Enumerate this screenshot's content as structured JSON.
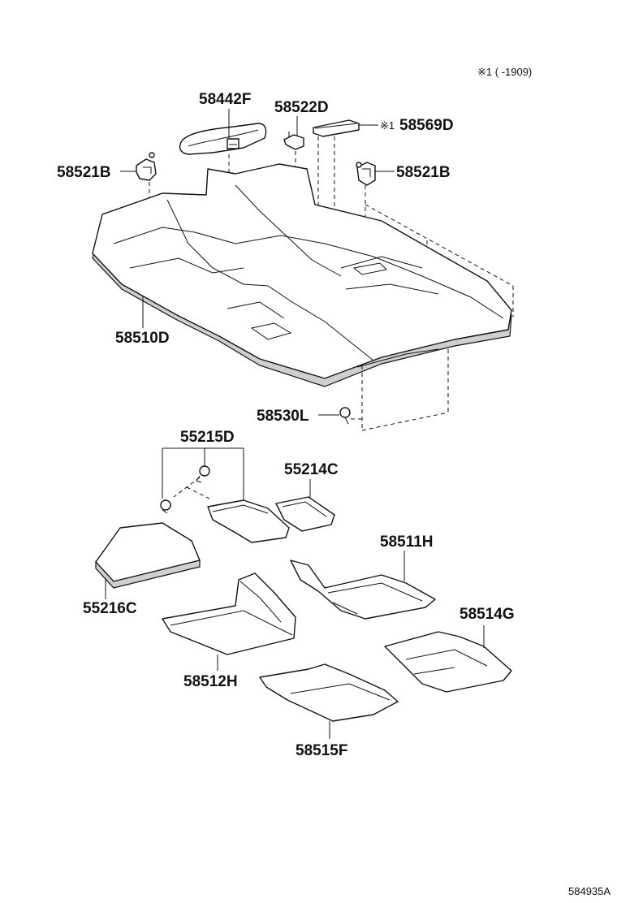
{
  "note": "※1 (      -1909)",
  "footer_code": "584935A",
  "labels": {
    "p58442F": "58442F",
    "p58522D": "58522D",
    "p58569D": "58569D",
    "p58569D_mark": "※1",
    "p58521B_left": "58521B",
    "p58521B_right": "58521B",
    "p58510D": "58510D",
    "p58530L": "58530L",
    "p55215D": "55215D",
    "p55214C": "55214C",
    "p55216C": "55216C",
    "p58511H": "58511H",
    "p58514G": "58514G",
    "p58512H": "58512H",
    "p58515F": "58515F"
  }
}
